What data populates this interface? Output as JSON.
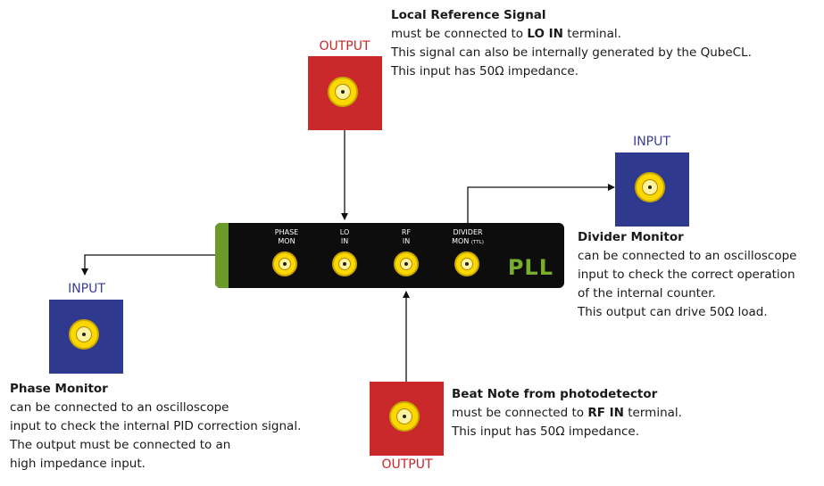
{
  "pll_module": {
    "brand_text": "PLL",
    "ports": [
      {
        "id": "phase-mon",
        "line1": "PHASE",
        "line2": "MON",
        "suffix": ""
      },
      {
        "id": "lo-in",
        "line1": "LO",
        "line2": "IN",
        "suffix": ""
      },
      {
        "id": "rf-in",
        "line1": "RF",
        "line2": "IN",
        "suffix": ""
      },
      {
        "id": "divider-mon",
        "line1": "DIVIDER",
        "line2": "MON",
        "suffix": "(TTL)"
      }
    ],
    "colors": {
      "body": "#0d0d0d",
      "accent": "#6c9a2a",
      "brand": "#79ad2c"
    }
  },
  "devices": {
    "local_ref": {
      "role_label": "OUTPUT",
      "color": "#c9292b"
    },
    "divider": {
      "role_label": "INPUT",
      "color": "#2f3a8e"
    },
    "phase": {
      "role_label": "INPUT",
      "color": "#2f3a8e"
    },
    "beat": {
      "role_label": "OUTPUT",
      "color": "#c9292b"
    }
  },
  "descriptions": {
    "local_ref": {
      "title": "Local Reference Signal",
      "line1_pre": "must be connected to ",
      "line1_bold": "LO IN",
      "line1_post": " terminal.",
      "line2": "This signal can also be internally generated by the QubeCL.",
      "line3": "This input has 50Ω impedance."
    },
    "divider": {
      "title": "Divider Monitor",
      "line1": "can be connected to an oscilloscope",
      "line2": "input to check the correct operation",
      "line3": "of the internal counter.",
      "line4": "This output can drive 50Ω load."
    },
    "phase": {
      "title": "Phase Monitor",
      "line1": "can be connected to an oscilloscope",
      "line2": "input to check the internal PID correction signal.",
      "line3": "The output must be connected to an",
      "line4": "high impedance input."
    },
    "beat": {
      "title": "Beat Note from photodetector",
      "line1_pre": "must be connected to ",
      "line1_bold": "RF IN",
      "line1_post": " terminal.",
      "line2": "This input has 50Ω impedance."
    }
  }
}
